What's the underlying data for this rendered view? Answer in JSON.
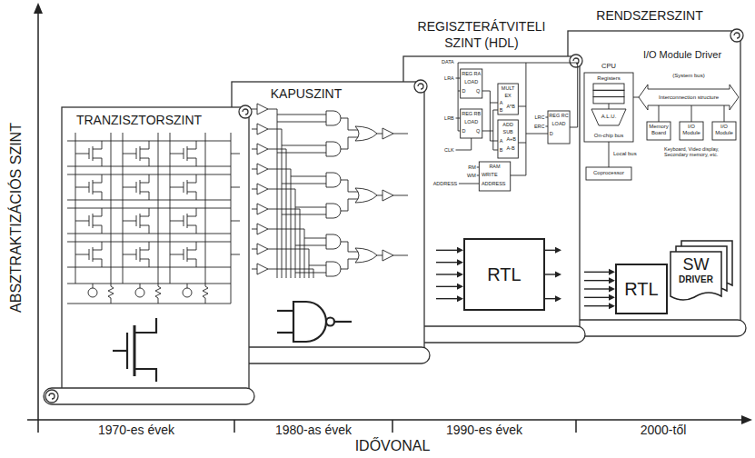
{
  "diagram": {
    "nodes": [
      {
        "text": [
          "TRANZISZTORSZINT"
        ]
      },
      {
        "text": [
          "KAPUSZINT"
        ]
      },
      {
        "text": [
          "REGISZTERÁTVITELI SZINT (HDL)"
        ]
      },
      {
        "text": [
          "RTL"
        ],
        "in": 2
      },
      {
        "text": [
          "RENDSZERSZINT"
        ]
      },
      {
        "text": [
          "RTL"
        ],
        "in": 4
      },
      {
        "text": [
          "SW",
          "DRIVER"
        ],
        "in": 4
      }
    ],
    "labels": [
      "ABSZTRAKTIZÁCIÓS SZINT",
      "IDŐVONAL",
      "1970-es évek",
      "1980-as évek",
      "1990-es évek",
      "2000-től",
      "DATA",
      "REG RA",
      "LOAD",
      "D",
      "Q",
      "LRA",
      "REG RB",
      "LOAD",
      "D",
      "Q",
      "LRB",
      "MULT",
      "EX",
      "A",
      "B",
      "A*B",
      "ADD",
      "SUB",
      "A",
      "B",
      "A+B",
      "A-B",
      "REG RC",
      "LOAD",
      "D",
      "LRC",
      "ERC",
      "CLK",
      "RAM",
      "RM",
      "WM",
      "WRITE",
      "ADDRESS",
      "ADDRESS",
      "I/O Module Driver",
      "CPU",
      "Registers",
      "A.L.U.",
      "On-chip bus",
      "Local bus",
      "Coprocessor",
      "(System bus)",
      "Interconnection structure",
      "Memory Board",
      "I/O Module",
      "I/O Module",
      "Keyboard, Video display, Secondary memory, etc."
    ]
  }
}
